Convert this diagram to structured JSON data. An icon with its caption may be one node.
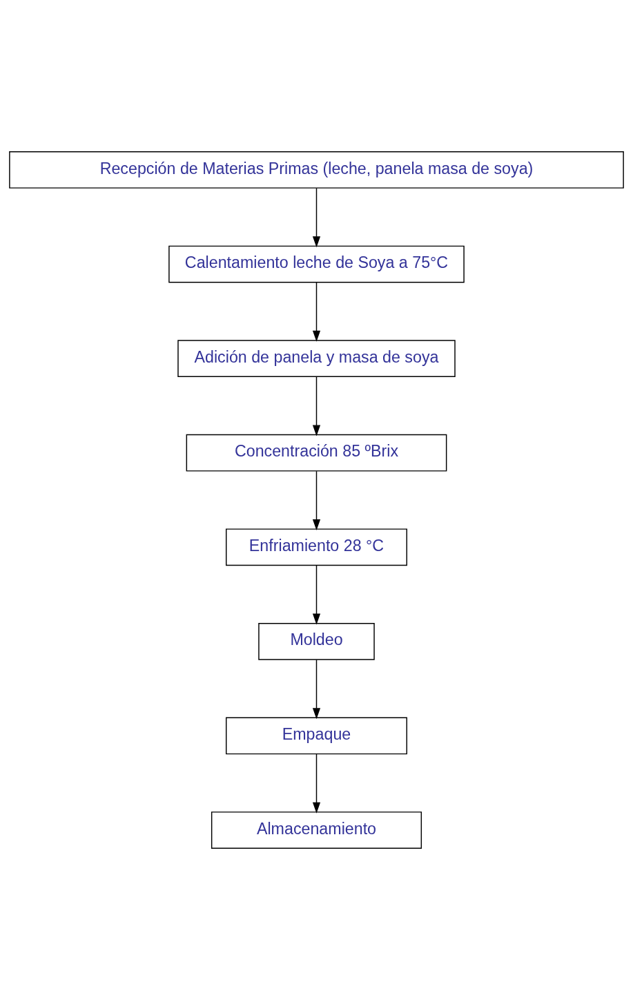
{
  "diagram": {
    "nodes": [
      {
        "text": [
          "Recepción de Materias Primas (leche, panela masa de soya)"
        ]
      },
      {
        "text": [
          "Calentamiento leche de Soya a 75°C"
        ]
      },
      {
        "text": [
          "Adición de panela y masa de soya"
        ]
      },
      {
        "text": [
          "Concentración 85 ºBrix"
        ]
      },
      {
        "text": [
          "Enfriamiento 28 °C"
        ]
      },
      {
        "text": [
          "Moldeo"
        ]
      },
      {
        "text": [
          "Empaque"
        ]
      },
      {
        "text": [
          "Almacenamiento"
        ]
      }
    ],
    "edges": [
      {
        "from": 0,
        "to": 1,
        "arrow": "to"
      },
      {
        "from": 1,
        "to": 2,
        "arrow": "to"
      },
      {
        "from": 2,
        "to": 3,
        "arrow": "to"
      },
      {
        "from": 3,
        "to": 4,
        "arrow": "to"
      },
      {
        "from": 4,
        "to": 5,
        "arrow": "to"
      },
      {
        "from": 5,
        "to": 6,
        "arrow": "to"
      },
      {
        "from": 6,
        "to": 7,
        "arrow": "to"
      }
    ]
  }
}
